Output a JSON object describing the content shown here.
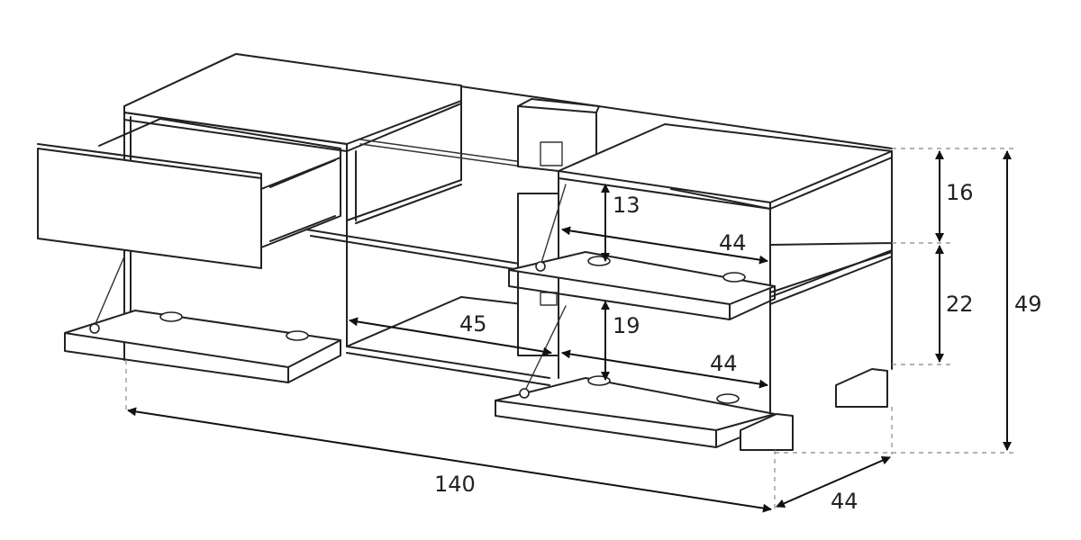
{
  "dimensions": {
    "total_width": "140",
    "total_depth": "44",
    "total_height": "49",
    "top_section_height": "16",
    "middle_section_height": "22",
    "left_inner_width": "45",
    "right_upper_inner_width": "44",
    "right_lower_inner_width": "44",
    "right_upper_clearance": "13",
    "right_lower_clearance": "19"
  },
  "marker": "#111111"
}
